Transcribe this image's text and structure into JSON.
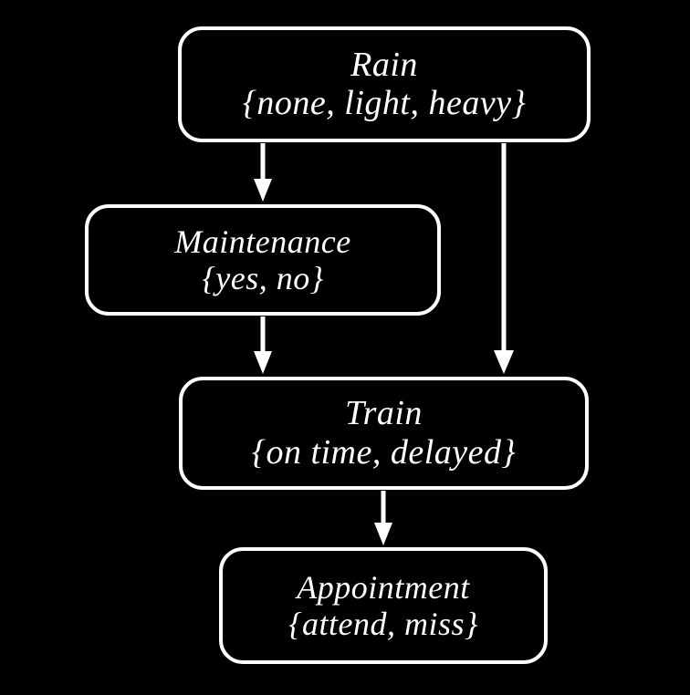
{
  "diagram": {
    "type": "bayesian-network",
    "title": "",
    "background_color": "#000000",
    "node_border_color": "#ffffff",
    "node_fill_color": "#000000",
    "text_color": "#ffffff",
    "edge_color": "#ffffff",
    "nodes": [
      {
        "id": "rain",
        "name": "Rain",
        "states_label": "{none, light, heavy}",
        "states": [
          "none",
          "light",
          "heavy"
        ]
      },
      {
        "id": "maintenance",
        "name": "Maintenance",
        "states_label": "{yes, no}",
        "states": [
          "yes",
          "no"
        ]
      },
      {
        "id": "train",
        "name": "Train",
        "states_label": "{on time, delayed}",
        "states": [
          "on time",
          "delayed"
        ]
      },
      {
        "id": "appointment",
        "name": "Appointment",
        "states_label": "{attend, miss}",
        "states": [
          "attend",
          "miss"
        ]
      }
    ],
    "edges": [
      {
        "from": "rain",
        "to": "maintenance"
      },
      {
        "from": "rain",
        "to": "train"
      },
      {
        "from": "maintenance",
        "to": "train"
      },
      {
        "from": "train",
        "to": "appointment"
      }
    ]
  }
}
